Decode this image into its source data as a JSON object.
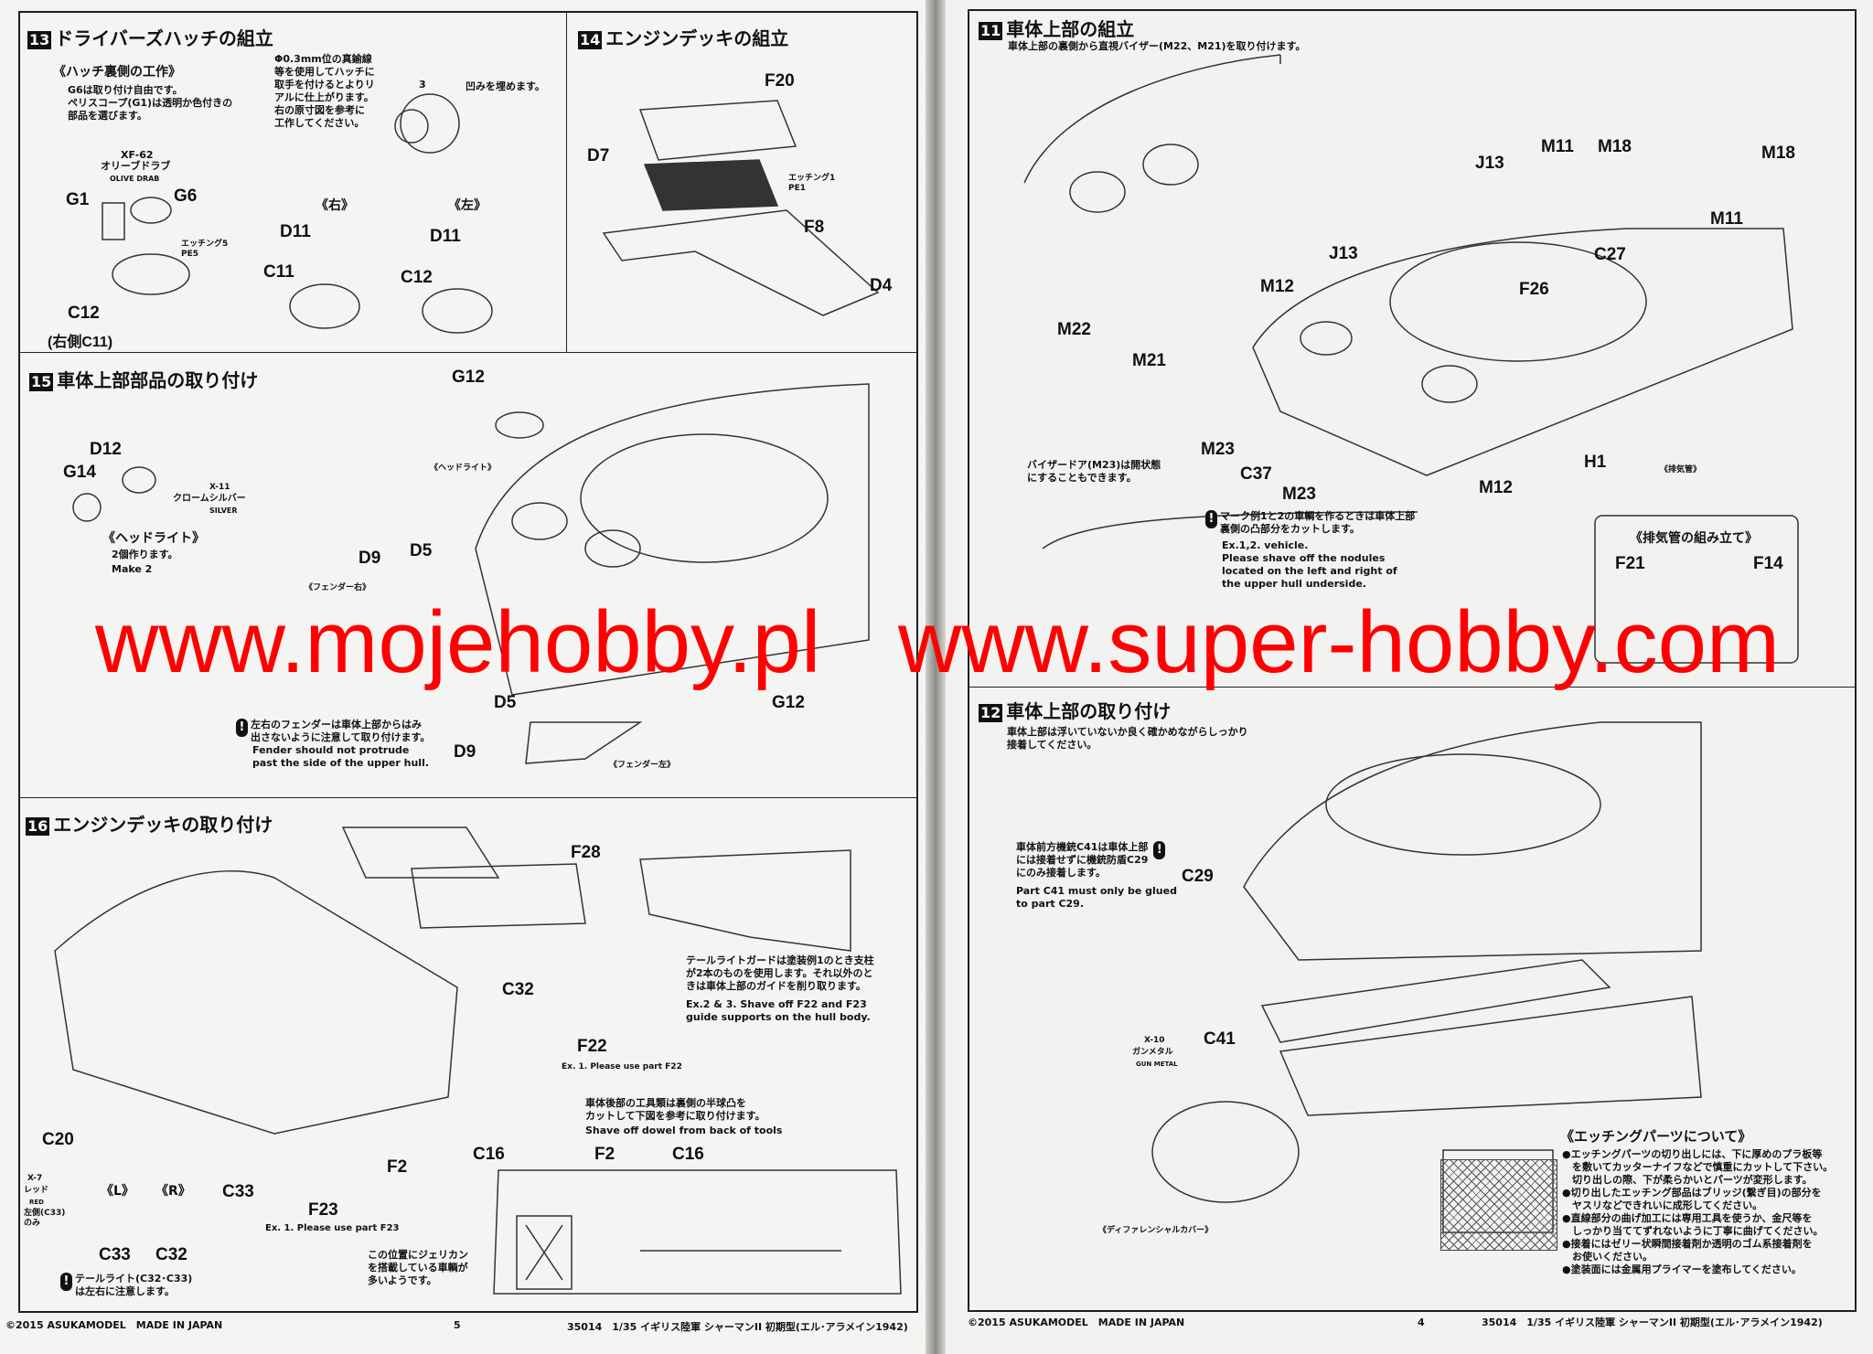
{
  "left_page": {
    "s13": {
      "num": "13",
      "title": "ドライバーズハッチの組立",
      "sub": "《ハッチ裏側の工作》",
      "note": "G6は取り付け自由です。\nペリスコープ(G1)は透明か色付きの\n部品を選びます。",
      "note2": "Φ0.3mm位の真鍮線\n等を使用してハッチに\n取手を付けるとよりリ\nアルに仕上がります。\n右の原寸図を参考に\n工作してください。",
      "fill": "凹みを埋めます。",
      "dim": "3",
      "right": "《右》",
      "left": "《左》",
      "paint_code": "XF-62",
      "paint_jp": "オリーブドラブ",
      "paint_en": "OLIVE DRAB",
      "pe": "エッチング5\nPE5",
      "parts": [
        "G1",
        "G6",
        "C12",
        "(右側C11)",
        "D11",
        "C11",
        "D11",
        "C12"
      ]
    },
    "s14": {
      "num": "14",
      "title": "エンジンデッキの組立",
      "pe": "エッチング1\nPE1",
      "parts": [
        "F20",
        "D7",
        "F8",
        "D4"
      ]
    },
    "s15": {
      "num": "15",
      "title": "車体上部部品の取り付け",
      "paint_code": "X-11",
      "paint_jp": "クロームシルバー",
      "paint_en": "SILVER",
      "headlight": "《ヘッドライト》",
      "make_jp": "2個作ります。",
      "make_en": "Make 2",
      "headlight2": "《ヘッドライト》",
      "fender_r": "《フェンダー右》",
      "fender_l": "《フェンダー左》",
      "warn_jp": "左右のフェンダーは車体上部からはみ\n出さないように注意して取り付けます。",
      "warn_en": "Fender should not protrude\npast the side of the upper hull.",
      "parts": [
        "G12",
        "D12",
        "G14",
        "D9",
        "D5",
        "D5",
        "G12",
        "D9"
      ]
    },
    "s16": {
      "num": "16",
      "title": "エンジンデッキの取り付け",
      "tail_jp": "テールライトガードは塗装例1のとき支柱\nが2本のものを使用します。それ以外のと\nきは車体上部のガイドを削り取ります。",
      "tail_en": "Ex.2 & 3. Shave off F22 and F23\nguide supports on the hull body.",
      "f22_note": "Ex. 1. Please use part F22",
      "f23_note": "Ex. 1. Please use part F23",
      "tools_jp": "車体後部の工具類は裏側の半球凸を\nカットして下図を参考に取り付けます。",
      "tools_en": "Shave off dowel from back of tools",
      "paint_code": "X-7",
      "paint_jp": "レッド",
      "paint_en": "RED",
      "paint_note": "左側(C33)\nのみ",
      "L": "《L》",
      "R": "《R》",
      "tail_warn": "テールライト(C32･C33)\nは左右に注意します。",
      "jerry": "この位置にジェリカン\nを搭載している車輌が\n多いようです。",
      "parts": [
        "F28",
        "C32",
        "F22",
        "C20",
        "C16",
        "F2",
        "C33",
        "F23",
        "C33",
        "C32",
        "F2",
        "C16"
      ]
    },
    "footer": {
      "copy": "©2015 ASUKAMODEL　MADE IN JAPAN",
      "page": "5",
      "product": "35014　1/35 イギリス陸軍 シャーマンII 初期型(エル･アラメイン1942)"
    }
  },
  "right_page": {
    "s11": {
      "num": "11",
      "title": "車体上部の組立",
      "sub": "車体上部の裏側から直視バイザー(M22、M21)を取り付けます。",
      "visor": "バイザードア(M23)は開状態\nにすることもできます。",
      "exhaust": "《排気管》",
      "nod_jp": "マーク例1と2の車輌を作るときは車体上部\n裏側の凸部分をカットします。",
      "nod_en": "Ex.1,2. vehicle.\nPlease shave off the nodules\nlocated on the left and right of\nthe upper hull underside.",
      "box_title": "《排気管の組み立て》",
      "parts": [
        "J13",
        "M11",
        "M18",
        "M18",
        "M11",
        "J13",
        "C27",
        "F26",
        "M12",
        "M22",
        "M21",
        "M23",
        "C37",
        "M23",
        "H1",
        "M12",
        "F21",
        "F14"
      ]
    },
    "s12": {
      "num": "12",
      "title": "車体上部の取り付け",
      "sub": "車体上部は浮いていないか良く確かめながらしっかり\n接着してください。",
      "c41_jp": "車体前方機銃C41は車体上部\nには接着せずに機銃防盾C29\nにのみ接着します。",
      "c41_en": "Part C41 must only be glued\nto part C29.",
      "paint_code": "X-10",
      "paint_jp": "ガンメタル",
      "paint_en": "GUN METAL",
      "diff": "《ディファレンシャルカバー》",
      "pe_title": "《エッチングパーツについて》",
      "pe_lines": [
        "●エッチングパーツの切り出しには、下に厚めのプラ板等\n　を敷いてカッターナイフなどで慎重にカットして下さい。\n　切り出しの際、下が柔らかいとパーツが変形します。",
        "●切り出したエッチング部品はブリッジ(繋ぎ目)の部分を\n　ヤスリなどできれいに成形してください。",
        "●直線部分の曲げ加工には専用工具を使うか、金尺等を\n　しっかり当ててずれないように丁寧に曲げてください。",
        "●接着にはゼリー状瞬間接着剤か透明のゴム系接着剤を\n　お使いください。",
        "●塗装面には金属用プライマーを塗布してください。"
      ],
      "parts": [
        "C29",
        "C41"
      ]
    },
    "footer": {
      "copy": "©2015 ASUKAMODEL　MADE IN JAPAN",
      "page": "4",
      "product": "35014　1/35 イギリス陸軍 シャーマンII 初期型(エル･アラメイン1942)"
    }
  },
  "watermark": {
    "left": "www.mojehobby.pl",
    "right": "www.super-hobby.com",
    "color": "#ff0000"
  }
}
